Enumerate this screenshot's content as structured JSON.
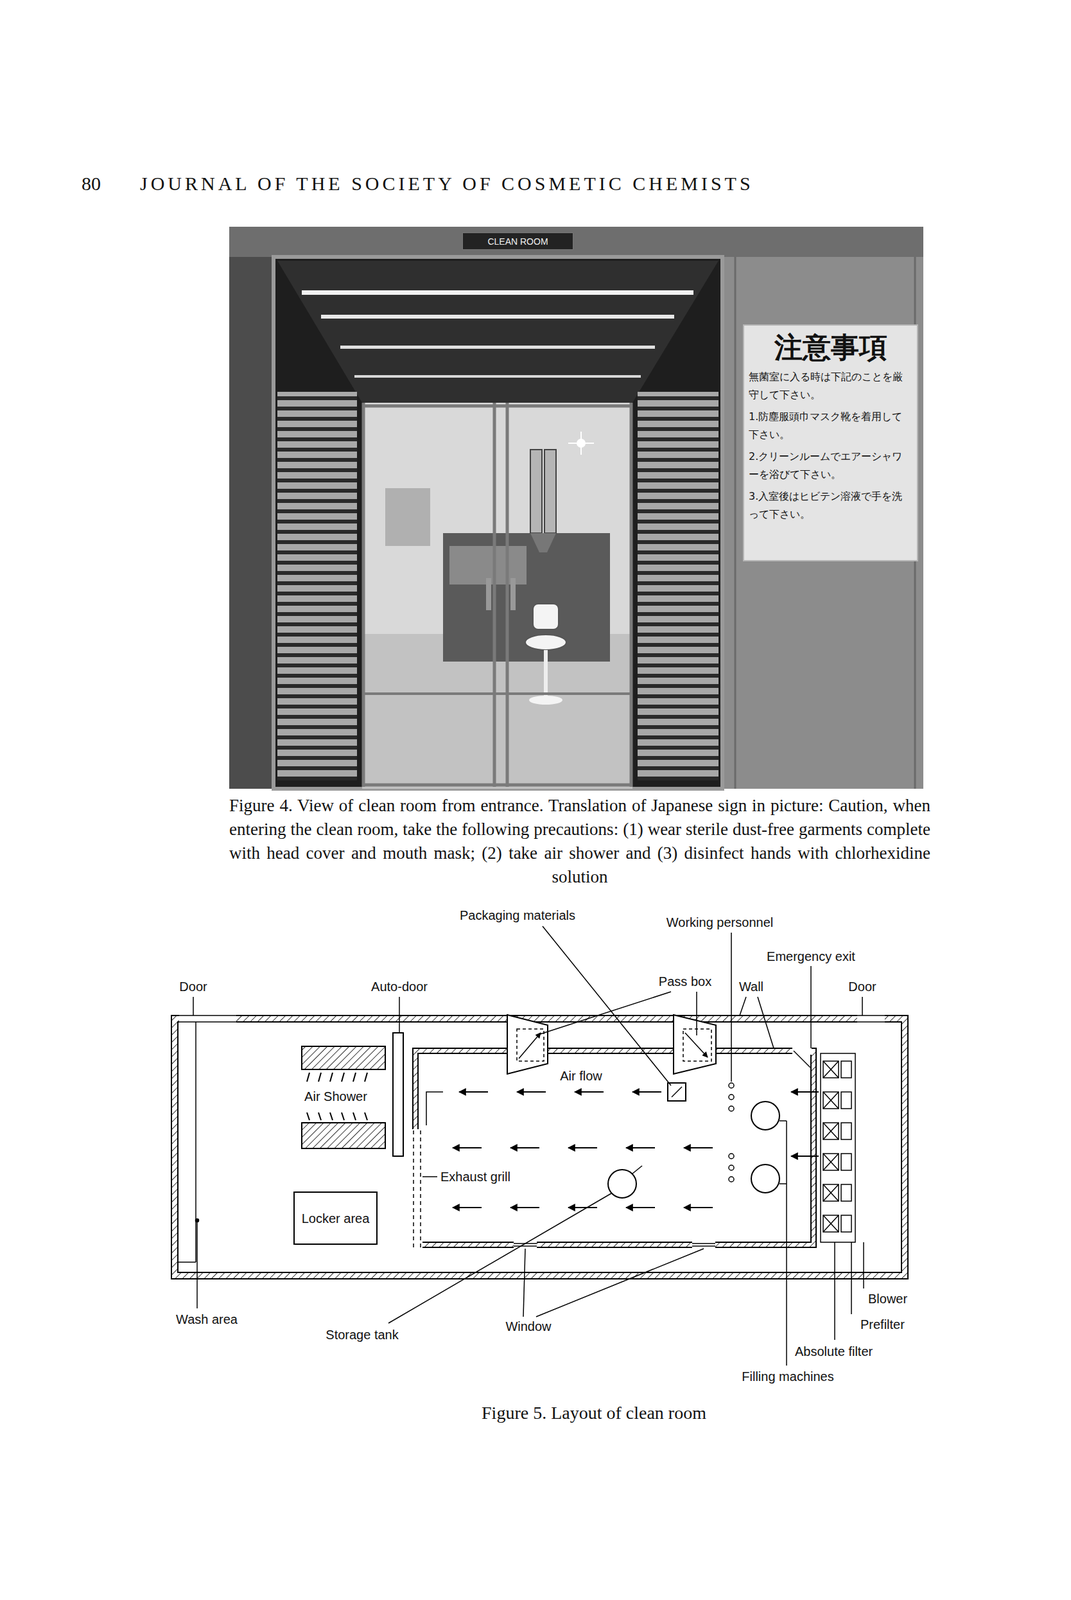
{
  "diagram": {
    "caption": "Figure 5. Layout of clean room",
    "nodes": [
      {
        "text": [
          "CLEAN ROOM"
        ]
      },
      {
        "text": [
          "注意事項",
          "無菌室に入る時は下記のことを厳守して下さい。",
          "1.防塵服頭巾マスク靴を着用して下さい。",
          "2.クリーンルームでエアーシャワーを浴びて下さい。",
          "3.入室後はヒビテン溶液で手を洗って下さい。"
        ]
      },
      {
        "text": [
          "Locker area"
        ]
      }
    ],
    "labels": [
      "80",
      "JOURNAL OF THE SOCIETY OF COSMETIC CHEMISTS",
      "Figure 4. View of clean room from entrance. Translation of Japanese sign in picture: Caution, when entering the clean room, take the following precautions: (1) wear sterile dust-free garments complete with head cover and mouth mask; (2) take air shower and (3) disinfect hands with chlorhexidine solution",
      "Packaging materials",
      "Working personnel",
      "Emergency exit",
      "Door",
      "Auto-door",
      "Pass box",
      "Wall",
      "Door",
      "Air flow",
      "Air Shower",
      "Exhaust grill",
      "Wash area",
      "Storage tank",
      "Window",
      "Blower",
      "Prefilter",
      "Absolute filter",
      "Filling machines"
    ]
  }
}
